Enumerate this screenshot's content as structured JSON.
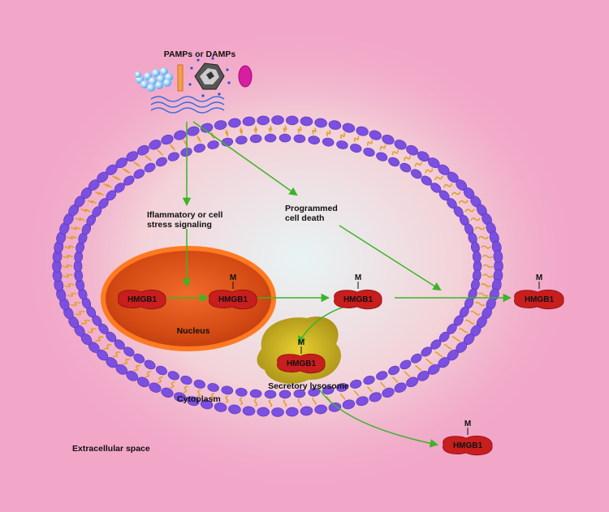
{
  "labels": {
    "stimulus": "PAMPs  or  DAMPs",
    "signaling_line1": "Iflammatory   or  cell",
    "signaling_line2": "stress  signaling",
    "death_line1": "Programmed",
    "death_line2": "cell  death",
    "nucleus": "Nucleus",
    "cytoplasm": "Cytoplasm",
    "extracellular": "Extracellular  space",
    "lysosome": "Secretory  lysosome"
  },
  "hmgb1": {
    "name": "HMGB1",
    "modification": "M"
  },
  "colors": {
    "background": "#f2a6c8",
    "membrane_head": "#7b4fe0",
    "membrane_tail": "#e0a030",
    "nucleus_outer": "#ff6a1a",
    "nucleus_inner": "#d84a14",
    "hmgb1": "#c81e1e",
    "lysosome": "#b8a020",
    "arrow": "#3cb428"
  }
}
